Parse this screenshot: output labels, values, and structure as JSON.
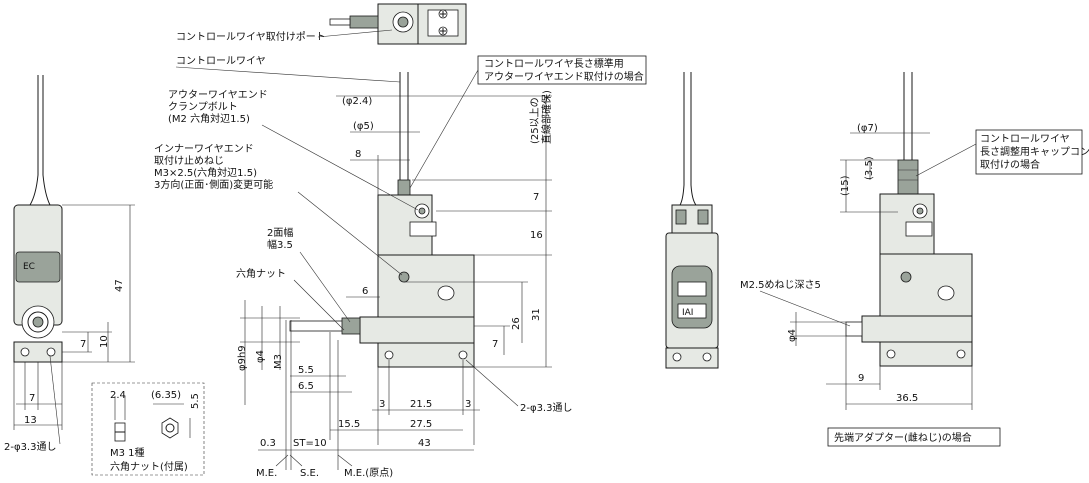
{
  "colors": {
    "body": "#e6e9e4",
    "stroke": "#1a1a1a",
    "accent_dark": "#9aa39a",
    "background": "#ffffff"
  },
  "labels": {
    "control_wire_port": "コントロールワイヤ取付けポート",
    "control_wire": "コントロールワイヤ",
    "std_length_1": "コントロールワイヤ長さ標準用",
    "std_length_2": "アウターワイヤエンド取付けの場合",
    "outer_clamp_1": "アウターワイヤエンド",
    "outer_clamp_2": "クランプボルト",
    "outer_clamp_3": "(M2 六角対辺1.5)",
    "inner_end_1": "インナーワイヤエンド",
    "inner_end_2": "取付け止めねじ",
    "inner_end_3": "M3×2.5(六角対辺1.5)",
    "inner_end_4": "3方向(正面･側面)変更可能",
    "two_face_1": "2面幅",
    "two_face_2": "幅3.5",
    "hex_nut": "六角ナット",
    "straight_25": "(25以上の",
    "straight_25b": "直線部確保)",
    "cap_1": "コントロールワイヤ",
    "cap_2": "長さ調整用キャップコン",
    "cap_3": "取付けの場合",
    "m25_screw": "M2.5めねじ深さ5",
    "tip_adapter": "先端アダプター(雌ねじ)の場合",
    "holes_left": "2-φ3.3通し",
    "holes_mid": "2-φ3.3通し",
    "m3_type1": "M3 1種",
    "hex_nut_accessory": "六角ナット(付属)",
    "me1": "M.E.",
    "se": "S.E.",
    "me_origin": "M.E.(原点)"
  },
  "dimensions": {
    "phi2_4": "(φ2.4)",
    "phi5": "(φ5)",
    "d8": "8",
    "d7a": "7",
    "d16": "16",
    "d31": "31",
    "d6": "6",
    "d26": "26",
    "d7b": "7",
    "d47": "47",
    "d7c": "7",
    "d10": "10",
    "d7d": "7",
    "d13": "13",
    "d2_4": "2.4",
    "d6_35": "(6.35)",
    "d5_5a": "5.5",
    "phi9h9": "φ9h9",
    "phi4a": "φ4",
    "m3": "M3",
    "d5_5b": "5.5",
    "d6_5": "6.5",
    "d3a": "3",
    "d21_5": "21.5",
    "d3b": "3",
    "d15_5": "15.5",
    "d27_5": "27.5",
    "d0_3": "0.3",
    "st10": "ST=10",
    "d43": "43",
    "phi7": "(φ7)",
    "d15p": "(15)",
    "d3_5p": "(3.5)",
    "phi4b": "φ4",
    "d9": "9",
    "d36_5": "36.5"
  }
}
